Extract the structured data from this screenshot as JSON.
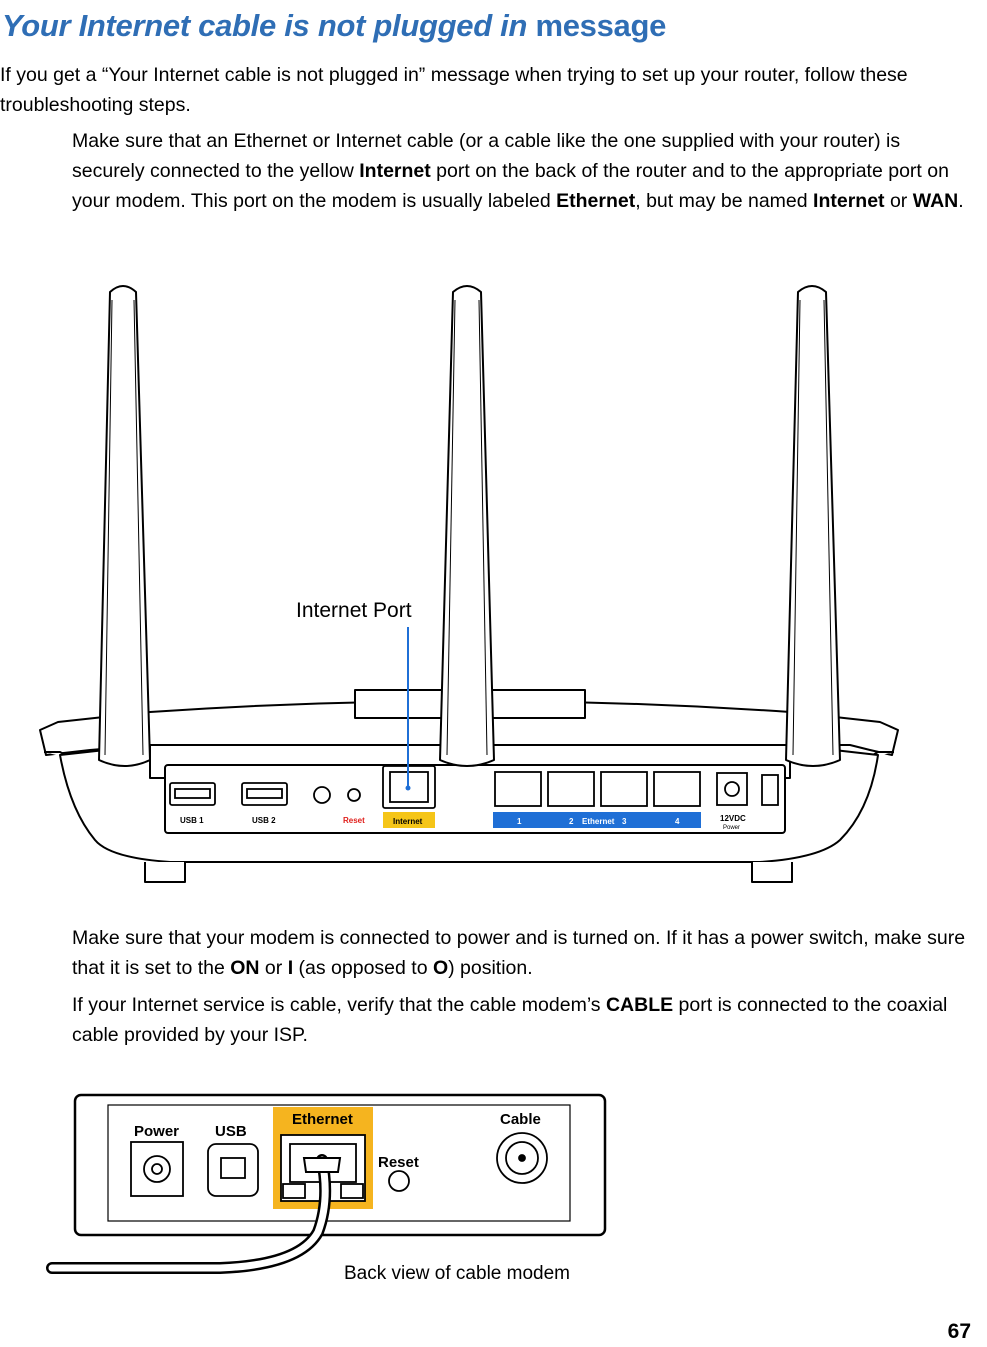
{
  "heading": {
    "italic_part": "Your Internet cable is not plugged in",
    "plain_part": "message"
  },
  "intro": "If you get a “Your Internet cable is not plugged in” message when trying to set up your router, follow these troubleshooting steps.",
  "step1": {
    "t1": "Make sure that an Ethernet or Internet cable (or a cable like the one supplied with your router) is securely connected to the yellow ",
    "b1": "Internet",
    "t2": " port on the back of the router and to the appropriate port on your modem. This port on the modem is usually labeled ",
    "b2": "Ethernet",
    "t3": ", but may be named ",
    "b3": "Internet",
    "t4": " or ",
    "b4": "WAN",
    "t5": "."
  },
  "router_figure": {
    "callout": "Internet Port",
    "labels": {
      "usb1": "USB 1",
      "usb2": "USB 2",
      "reset": "Reset",
      "internet": "Internet",
      "lan1": "1",
      "lan2": "2",
      "ethernet": "Ethernet",
      "lan3": "3",
      "lan4": "4",
      "power_v": "12VDC",
      "power": "Power"
    },
    "colors": {
      "internet_band": "#f5c518",
      "ethernet_band": "#1f6fd6",
      "reset_text": "#e0201c"
    }
  },
  "step2": {
    "t1": "Make sure that your modem is connected to power and is turned on. If it has a power switch, make sure that it is set to the ",
    "b1": "ON",
    "t2": " or ",
    "b2": "I",
    "t3": " (as opposed to ",
    "b3": "O",
    "t4": ") position."
  },
  "step3": {
    "t1": "If your Internet service is cable, verify that the cable modem’s ",
    "b1": "CABLE",
    "t2": " port is connected to the coaxial cable provided by your ISP."
  },
  "modem_figure": {
    "labels": {
      "power": "Power",
      "usb": "USB",
      "ethernet": "Ethernet",
      "reset": "Reset",
      "cable": "Cable"
    },
    "caption": "Back view of cable modem",
    "colors": {
      "ethernet_highlight": "#f5b41f"
    }
  },
  "page_number": "67"
}
